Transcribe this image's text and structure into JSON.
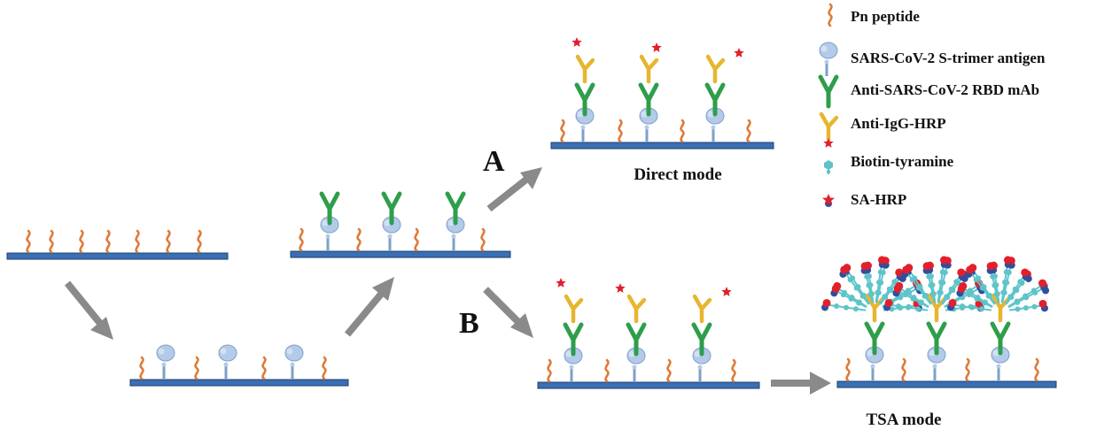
{
  "legend": {
    "items": [
      {
        "key": "peptide",
        "label": "Pn peptide"
      },
      {
        "key": "antigen",
        "label": "SARS-CoV-2 S-trimer antigen"
      },
      {
        "key": "mab",
        "label": "Anti-SARS-CoV-2 RBD mAb"
      },
      {
        "key": "hrp",
        "label": "Anti-IgG-HRP"
      },
      {
        "key": "biotin",
        "label": "Biotin-tyramine"
      },
      {
        "key": "sahrp",
        "label": "SA-HRP"
      }
    ]
  },
  "branches": {
    "a": "A",
    "b": "B"
  },
  "captions": {
    "direct": "Direct mode",
    "tsa": "TSA mode"
  },
  "colors": {
    "substrate": "#3a6fb4",
    "substrate_edge": "#1f3f6e",
    "peptide": "#e07b39",
    "antigen": "#b3cbe8",
    "antigen_edge": "#7f9fc9",
    "mab": "#2e9e4b",
    "anti_igg": "#e7b62f",
    "hrp": "#e2202c",
    "biotin": "#5ec4c9",
    "sa": "#2f4fa0",
    "arrow": "#8a8a8a"
  }
}
